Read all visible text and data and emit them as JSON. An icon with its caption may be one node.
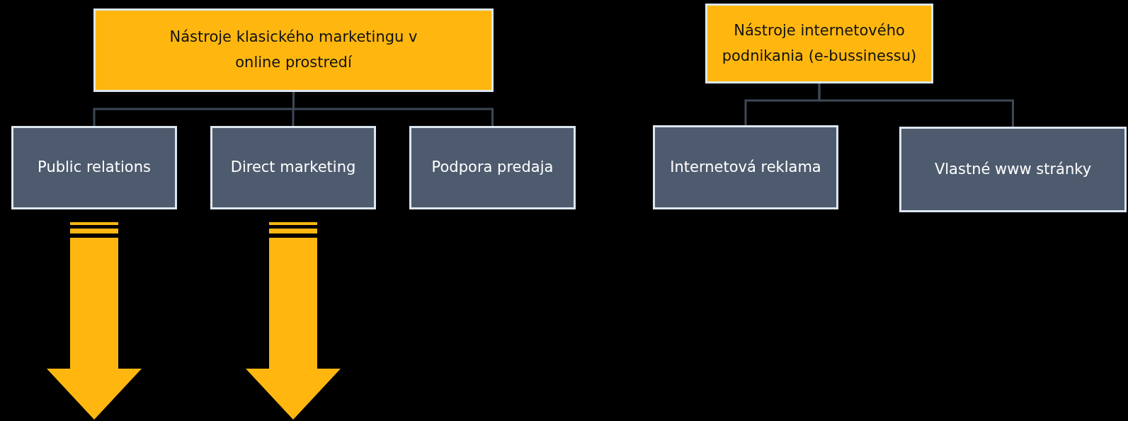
{
  "diagram": {
    "nodes": [
      {
        "text": [
          "Nástroje klasického marketingu v online prostredí"
        ]
      },
      {
        "text": [
          "Public relations"
        ]
      },
      {
        "text": [
          "Direct marketing"
        ]
      },
      {
        "text": [
          "Podpora predaja"
        ]
      },
      {
        "text": [
          "Nástroje internetového podnikania (e-bussinessu)"
        ]
      },
      {
        "text": [
          "Internetová reklama"
        ]
      },
      {
        "text": [
          "Vlastné www stránky"
        ]
      }
    ],
    "edges": [
      {
        "from": 0,
        "to": 1,
        "arrow": "none"
      },
      {
        "from": 0,
        "to": 2,
        "arrow": "none"
      },
      {
        "from": 0,
        "to": 3,
        "arrow": "none"
      },
      {
        "from": 4,
        "to": 5,
        "arrow": "none"
      },
      {
        "from": 4,
        "to": 6,
        "arrow": "none"
      }
    ]
  }
}
